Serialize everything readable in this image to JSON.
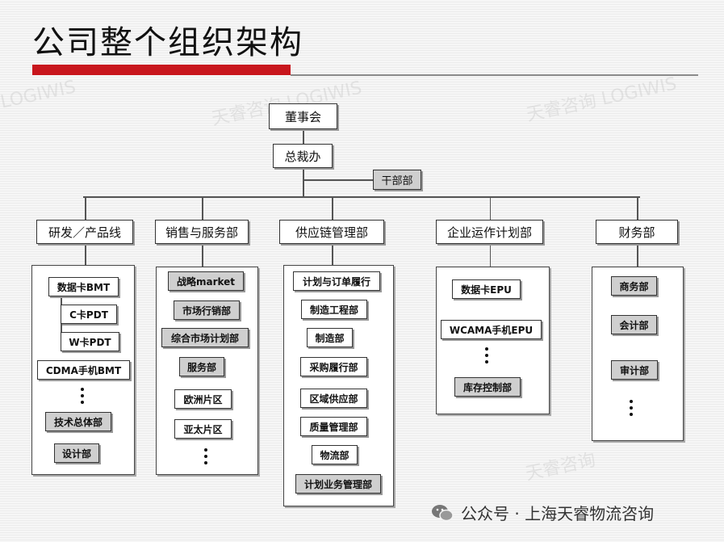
{
  "title": "公司整个组织架构",
  "board": "董事会",
  "president_office": "总裁办",
  "cadre_dept": "干部部",
  "departments": [
    {
      "name": "研发／产品线",
      "units": [
        "数据卡BMT",
        "C卡PDT",
        "W卡PDT",
        "CDMA手机BMT",
        "技术总体部",
        "设计部"
      ]
    },
    {
      "name": "销售与服务部",
      "units": [
        "战略market",
        "市场行销部",
        "综合市场计划部",
        "服务部",
        "欧洲片区",
        "亚太片区"
      ]
    },
    {
      "name": "供应链管理部",
      "units": [
        "计划与订单履行",
        "制造工程部",
        "制造部",
        "采购履行部",
        "区域供应部",
        "质量管理部",
        "物流部",
        "计划业务管理部"
      ]
    },
    {
      "name": "企业运作计划部",
      "units": [
        "数据卡EPU",
        "WCAMA手机EPU",
        "库存控制部"
      ]
    },
    {
      "name": "财务部",
      "units": [
        "商务部",
        "会计部",
        "审计部"
      ]
    }
  ],
  "watermarks": [
    "LOGIWIS",
    "天睿咨询 LOGIWIS",
    "天睿咨询 LOGIWIS",
    "天睿咨询"
  ],
  "footer": {
    "label": "公众号 · 上海天睿物流咨询"
  },
  "colors": {
    "accent": "#c8161d",
    "gray_box": "#cfcfcf"
  }
}
